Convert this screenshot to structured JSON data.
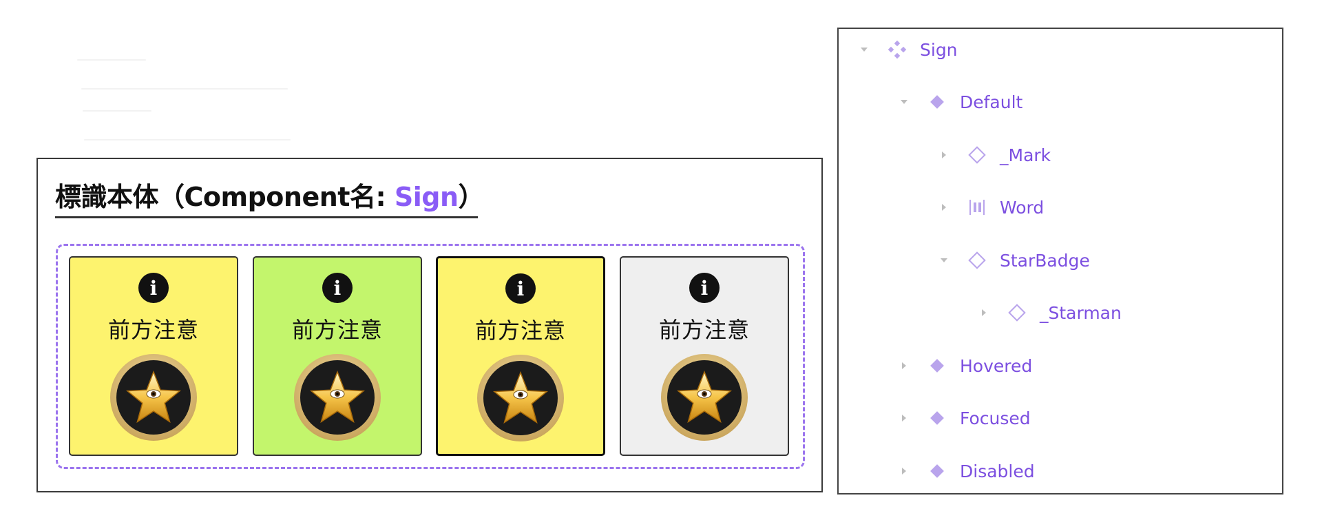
{
  "colors": {
    "accent": "#8a5cf6",
    "layer_text": "#7c4fe0",
    "layer_icon": "#b9a4ec",
    "caret": "#bdbdbd",
    "yellow": "#fdf36e",
    "green": "#c3f56c",
    "gray": "#efefef"
  },
  "component": {
    "title_prefix": "標識本体（Component名: ",
    "title_name": "Sign",
    "title_suffix": "）",
    "variants": [
      {
        "state": "Default",
        "word": "前方注意",
        "bg": "#fdf36e",
        "icon": "info-icon"
      },
      {
        "state": "Hovered",
        "word": "前方注意",
        "bg": "#c3f56c",
        "icon": "info-icon"
      },
      {
        "state": "Focused",
        "word": "前方注意",
        "bg": "#fdf36e",
        "icon": "info-icon"
      },
      {
        "state": "Disabled",
        "word": "前方注意",
        "bg": "#efefef",
        "icon": "info-icon"
      }
    ],
    "info_glyph": "i"
  },
  "layers": [
    {
      "label": "Sign",
      "icon": "component-set-icon",
      "expanded": true
    },
    {
      "label": "Default",
      "icon": "component-icon",
      "expanded": true
    },
    {
      "label": "_Mark",
      "icon": "instance-icon",
      "expanded": false
    },
    {
      "label": "Word",
      "icon": "auto-layout-icon",
      "expanded": false
    },
    {
      "label": "StarBadge",
      "icon": "instance-icon",
      "expanded": true
    },
    {
      "label": "_Starman",
      "icon": "instance-icon",
      "expanded": false
    },
    {
      "label": "Hovered",
      "icon": "component-icon",
      "expanded": false
    },
    {
      "label": "Focused",
      "icon": "component-icon",
      "expanded": false
    },
    {
      "label": "Disabled",
      "icon": "component-icon",
      "expanded": false
    }
  ]
}
